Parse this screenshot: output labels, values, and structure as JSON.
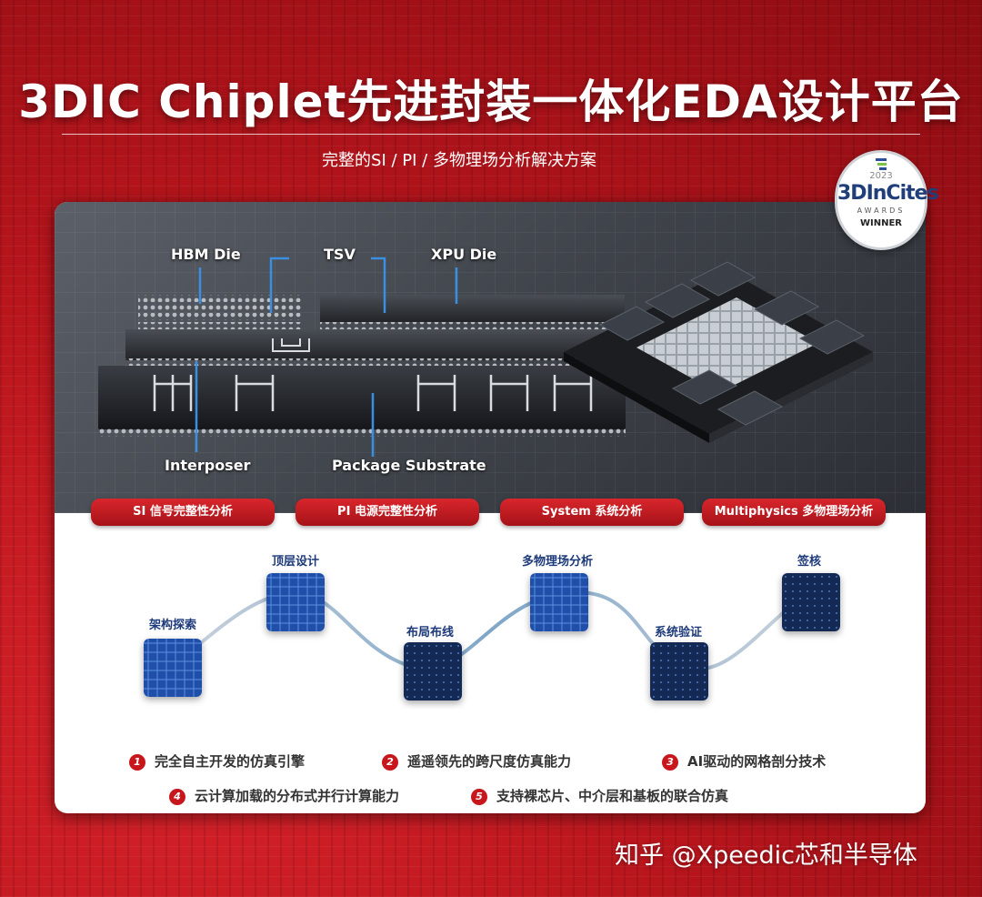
{
  "header": {
    "title": "3DIC Chiplet先进封装一体化EDA设计平台",
    "subtitle": "完整的SI / PI / 多物理场分析解决方案"
  },
  "badge": {
    "year": "2023",
    "brand": "3DInCites",
    "awards": "AWARDS",
    "winner": "WINNER"
  },
  "diagram": {
    "labels": {
      "hbm": "HBM Die",
      "tsv": "TSV",
      "xpu": "XPU Die",
      "interposer": "Interposer",
      "substrate": "Package Substrate"
    }
  },
  "tabs": [
    {
      "label": "SI 信号完整性分析"
    },
    {
      "label": "PI 电源完整性分析"
    },
    {
      "label": "System 系统分析"
    },
    {
      "label": "Multiphysics 多物理场分析"
    }
  ],
  "flow": {
    "stages": [
      {
        "label": "架构探索"
      },
      {
        "label": "顶层设计"
      },
      {
        "label": "布局布线"
      },
      {
        "label": "多物理场分析"
      },
      {
        "label": "系统验证"
      },
      {
        "label": "签核"
      }
    ]
  },
  "features": [
    {
      "num": "1",
      "text": "完全自主开发的仿真引擎"
    },
    {
      "num": "2",
      "text": "遥遥领先的跨尺度仿真能力"
    },
    {
      "num": "3",
      "text": "AI驱动的网格剖分技术"
    },
    {
      "num": "4",
      "text": "云计算加载的分布式并行计算能力"
    },
    {
      "num": "5",
      "text": "支持裸芯片、中介层和基板的联合仿真"
    }
  ],
  "watermark": "知乎 @Xpeedic芯和半导体",
  "colors": {
    "brand_red": "#c8161d",
    "flow_blue": "#1d3a7a"
  }
}
